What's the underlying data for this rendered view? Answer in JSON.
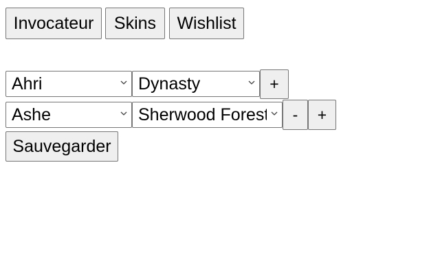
{
  "nav": {
    "tabs": [
      {
        "label": "Invocateur"
      },
      {
        "label": "Skins"
      },
      {
        "label": "Wishlist"
      }
    ]
  },
  "wishlist": {
    "rows": [
      {
        "champion": "Ahri",
        "skin": "Dynasty",
        "add_label": "+"
      },
      {
        "champion": "Ashe",
        "skin": "Sherwood Forest",
        "remove_label": "-",
        "add_label": "+"
      }
    ],
    "save_label": "Sauvegarder"
  },
  "icons": {
    "select_arrow": "chevron-down-icon"
  }
}
